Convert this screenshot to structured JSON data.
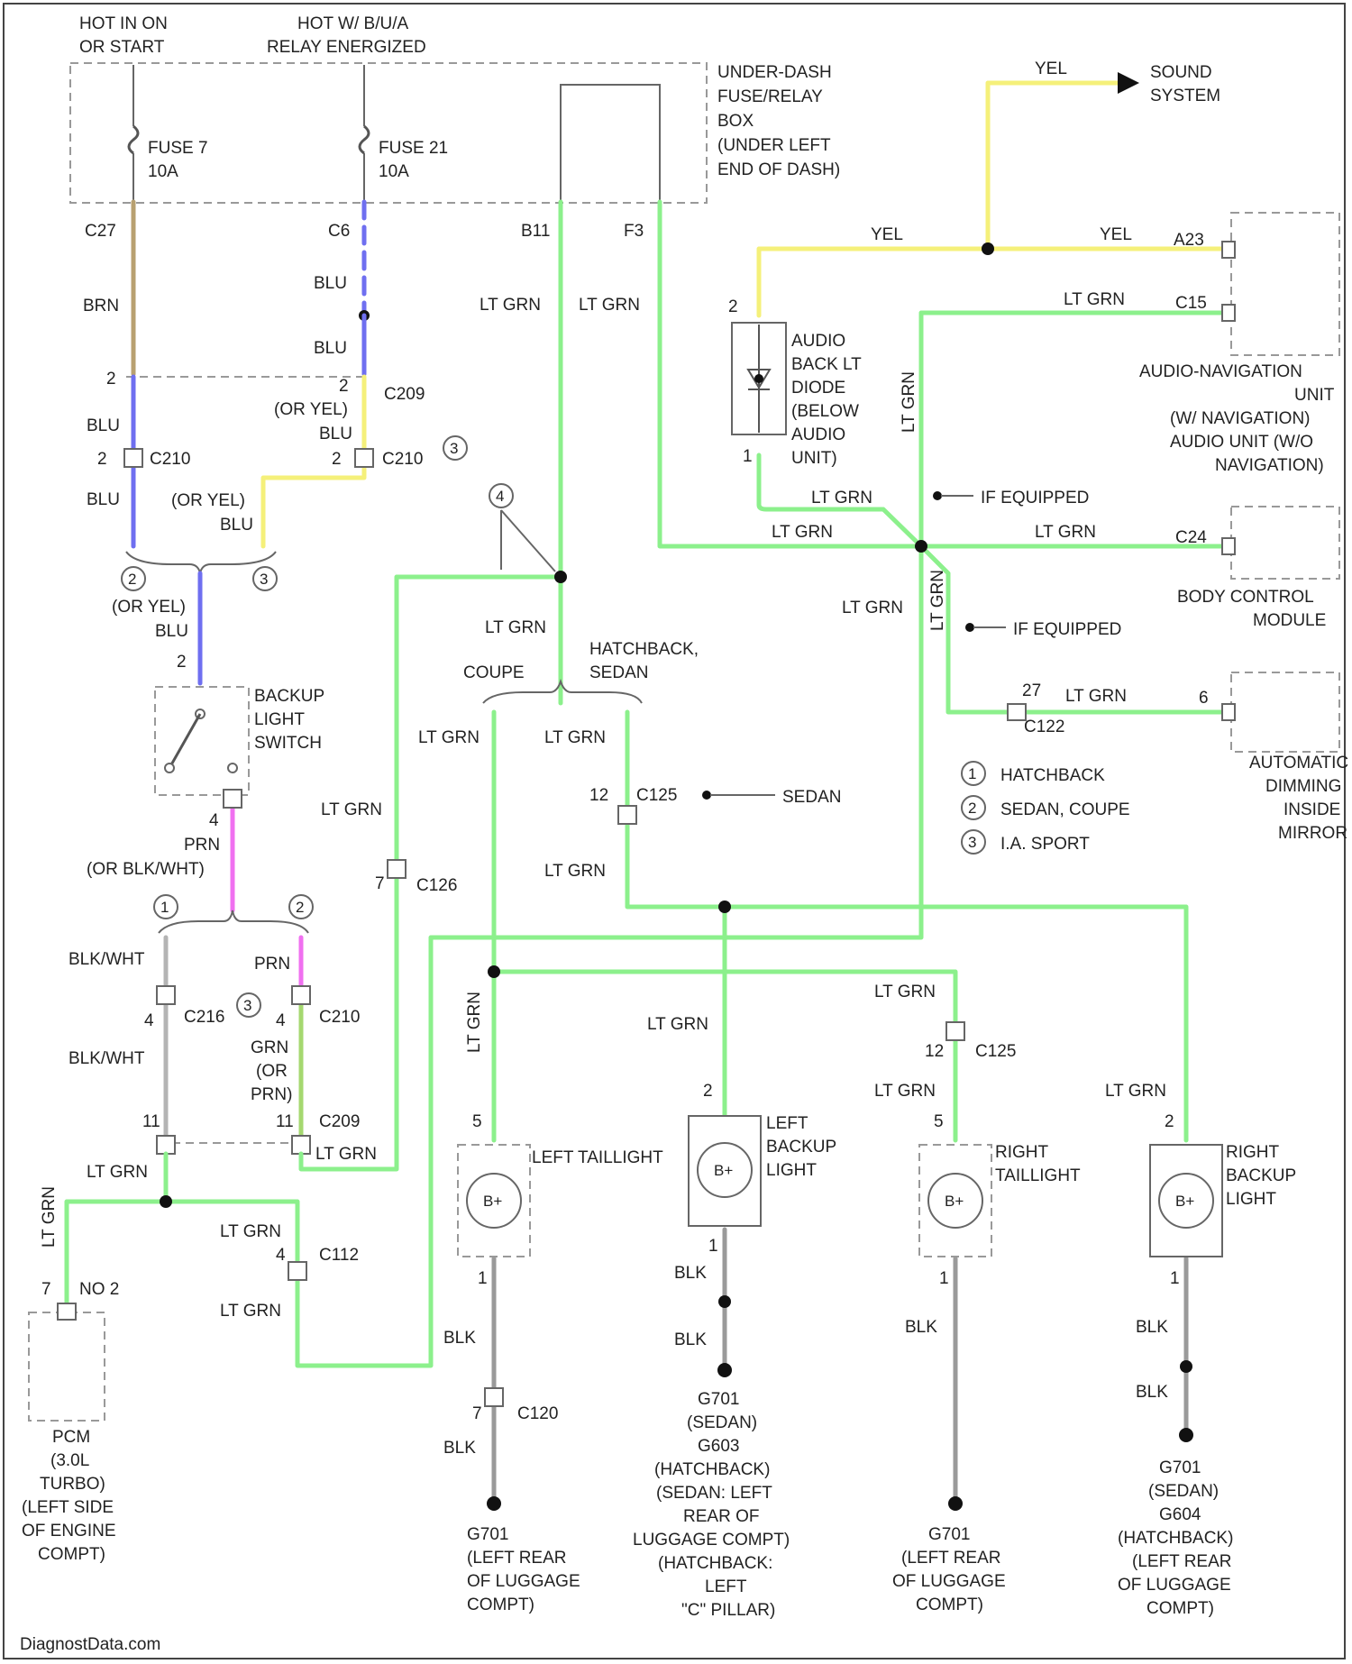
{
  "colors": {
    "lt_grn": "#8cf08c",
    "yel": "#f5f07a",
    "blu": "#6f6ff0",
    "brn": "#b8a070",
    "pnk": "#f070f0",
    "gry": "#b4b4b4",
    "blk": "#9a9a9a"
  },
  "sources": {
    "hot_in_on": [
      "HOT IN ON",
      "OR START"
    ],
    "hot_relay": [
      "HOT W/ B/U/A",
      "RELAY ENERGIZED"
    ]
  },
  "fuses": {
    "fuse7": [
      "FUSE 7",
      "10A"
    ],
    "fuse21": [
      "FUSE 21",
      "10A"
    ]
  },
  "fuse_box": [
    "UNDER-DASH",
    "FUSE/RELAY",
    "BOX",
    "(UNDER LEFT",
    "END OF DASH)"
  ],
  "connectors": {
    "c27": "C27",
    "c6": "C6",
    "b11": "B11",
    "f3": "F3",
    "c209": "C209",
    "c210": "C210",
    "c216": "C216",
    "c210_b": "C210",
    "c209_b": "C209",
    "c126": "C126",
    "c125": "C125",
    "c125_b": "C125",
    "c122": "C122",
    "c112": "C112",
    "c120": "C120",
    "c15": "C15",
    "c24": "C24",
    "a23": "A23",
    "no2": "NO 2"
  },
  "pins": {
    "p2a": "2",
    "p2b": "2",
    "p2c": "2",
    "p2d": "2",
    "p2e": "2",
    "p2f": "2",
    "p2g": "2",
    "p2h": "2",
    "p1": "1",
    "p4a": "4",
    "p4b": "4",
    "p4c": "4",
    "p4d": "4",
    "p7a": "7",
    "p7b": "7",
    "p7c": "7",
    "p11a": "11",
    "p11b": "11",
    "p12a": "12",
    "p12b": "12",
    "p5a": "5",
    "p5b": "5",
    "p27": "27",
    "p6": "6",
    "p1b": "1",
    "p1c": "1",
    "p1d": "1",
    "p1e": "1"
  },
  "wires": {
    "brn": "BRN",
    "blu1": "BLU",
    "blu2": "BLU",
    "blu3": "BLU",
    "blu4": "BLU",
    "blu5": "BLU",
    "blu6": "BLU",
    "blu7": "BLU",
    "or_yel1": "(OR YEL)",
    "or_yel2": "(OR YEL)",
    "or_yel3": "(OR YEL)",
    "yel1": "YEL",
    "yel2": "YEL",
    "yel3": "YEL",
    "ltgrn": "LT GRN",
    "prn": "PRN",
    "or_blkwht": "(OR BLK/WHT)",
    "blkwht1": "BLK/WHT",
    "blkwht2": "BLK/WHT",
    "prn2": "PRN",
    "grn": "GRN",
    "or": "(OR",
    "prn3": "PRN)",
    "blk": "BLK"
  },
  "components": {
    "sound_system": [
      "SOUND",
      "SYSTEM"
    ],
    "audio_diode": [
      "AUDIO",
      "BACK LT",
      "DIODE",
      "(BELOW",
      "AUDIO",
      "UNIT)"
    ],
    "audio_nav": [
      "AUDIO-NAVIGATION",
      "UNIT",
      "(W/ NAVIGATION)",
      "AUDIO UNIT (W/O",
      "NAVIGATION)"
    ],
    "bcm": [
      "BODY CONTROL",
      "MODULE"
    ],
    "mirror": [
      "AUTOMATIC",
      "DIMMING",
      "INSIDE",
      "MIRROR"
    ],
    "backup_switch": [
      "BACKUP",
      "LIGHT",
      "SWITCH"
    ],
    "pcm": [
      "PCM",
      "(3.0L",
      "TURBO)",
      "(LEFT SIDE",
      "OF ENGINE",
      "COMPT)"
    ],
    "left_taillight": [
      "LEFT TAILLIGHT"
    ],
    "left_backup": [
      "LEFT",
      "BACKUP",
      "LIGHT"
    ],
    "right_taillight": [
      "RIGHT",
      "TAILLIGHT"
    ],
    "right_backup": [
      "RIGHT",
      "BACKUP",
      "LIGHT"
    ]
  },
  "grounds": {
    "g1": [
      "G701",
      "(LEFT REAR",
      "OF LUGGAGE",
      "COMPT)"
    ],
    "g2": [
      "G701",
      "(SEDAN)",
      "G603",
      "(HATCHBACK)",
      "(SEDAN: LEFT",
      "REAR OF",
      "LUGGAGE COMPT)",
      "(HATCHBACK:",
      "LEFT",
      "\"C\" PILLAR)"
    ],
    "g3": [
      "G701",
      "(LEFT REAR",
      "OF LUGGAGE",
      "COMPT)"
    ],
    "g4": [
      "G701",
      "(SEDAN)",
      "G604",
      "(HATCHBACK)",
      "(LEFT REAR",
      "OF LUGGAGE",
      "COMPT)"
    ]
  },
  "notes": {
    "if_equipped": "IF EQUIPPED",
    "coupe": "COUPE",
    "hatchback_sedan": [
      "HATCHBACK,",
      "SEDAN"
    ],
    "sedan": "SEDAN"
  },
  "legend": [
    {
      "num": "1",
      "text": "HATCHBACK"
    },
    {
      "num": "2",
      "text": "SEDAN, COUPE"
    },
    {
      "num": "3",
      "text": "I.A. SPORT"
    }
  ],
  "markers": {
    "m1": "1",
    "m2": "2",
    "m3": "3",
    "m4": "4"
  },
  "bulb_symbol": "B+",
  "watermark": "DiagnostData.com"
}
